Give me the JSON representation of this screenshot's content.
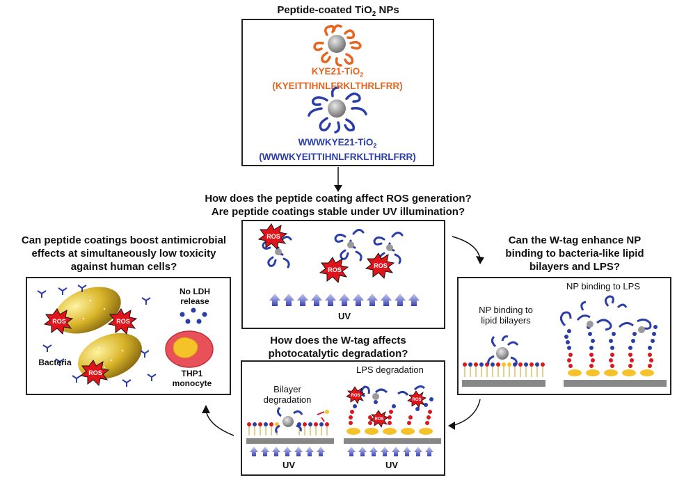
{
  "top": {
    "title_pre": "Peptide-coated TiO",
    "title_sub": "2",
    "title_post": " NPs",
    "kye_name": "KYE21-TiO",
    "kye_sub": "2",
    "kye_seq": "(KYEITTIHNLFRKLTHRLFRR)",
    "www_name": "WWWKYE21-TiO",
    "www_sub": "2",
    "www_seq": "(WWWKYEITTIHNLFRKLTHRLFRR)"
  },
  "ros_question": {
    "line1": "How does the peptide coating affect ROS generation?",
    "line2": "Are peptide coatings stable under UV illumination?"
  },
  "ros_panel": {
    "uv": "UV",
    "ros": "ROS"
  },
  "left_question": {
    "line1": "Can peptide coatings boost antimicrobial",
    "line2": "effects at simultaneously low toxicity",
    "line3": "against human cells?"
  },
  "left_panel": {
    "bacteria": "Bacteria",
    "no_ldh_1": "No LDH",
    "no_ldh_2": "release",
    "thp1_1": "THP1",
    "thp1_2": "monocyte",
    "ros": "ROS"
  },
  "right_question": {
    "line1": "Can the W-tag enhance NP",
    "line2": "binding to bacteria-like lipid",
    "line3": "bilayers and LPS?"
  },
  "right_panel": {
    "lps_binding": "NP binding to LPS",
    "bilayer_binding_1": "NP binding to",
    "bilayer_binding_2": "lipid bilayers"
  },
  "bottom_question": {
    "line1": "How does the W-tag affects",
    "line2": "photocatalytic degradation?"
  },
  "bottom_panel": {
    "bilayer_deg_1": "Bilayer",
    "bilayer_deg_2": "degradation",
    "lps_deg": "LPS degradation",
    "uv_left": "UV",
    "uv_right": "UV",
    "ros": "ROS"
  },
  "colors": {
    "orange": "#e8641e",
    "blue": "#2a3da8",
    "ros_red": "#e0151c",
    "bacteria_gold": "#c9a21a",
    "uv_arrow": "#6a6fc4"
  }
}
